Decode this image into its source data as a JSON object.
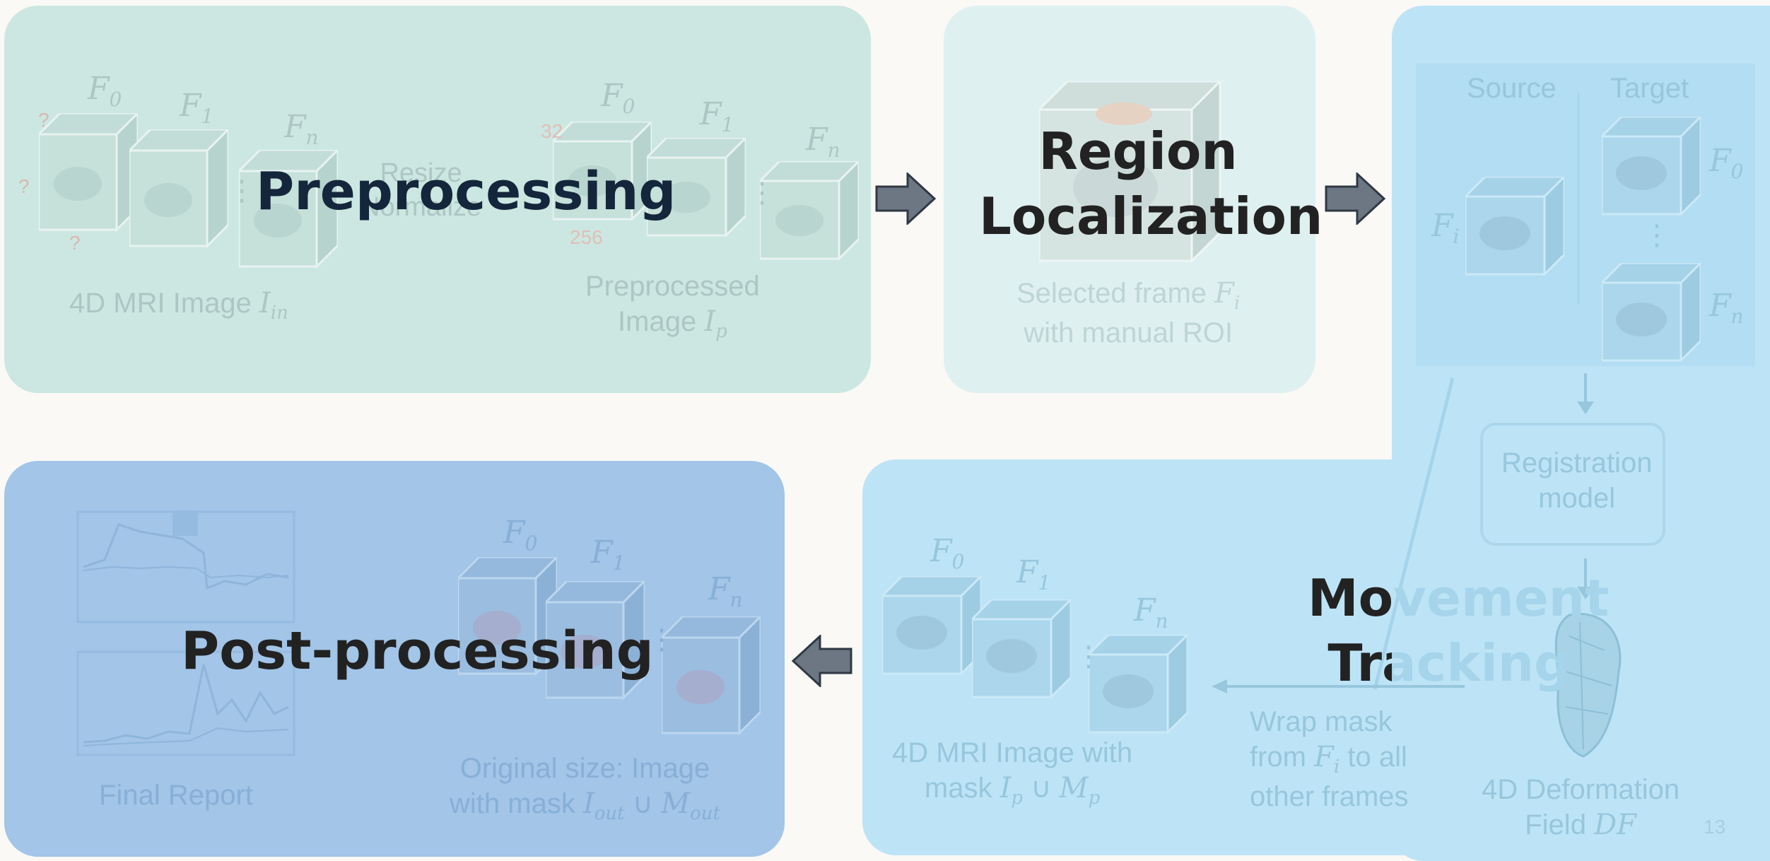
{
  "stages": {
    "preprocessing": {
      "title": "Preprocessing",
      "input_caption": "4D MRI Image",
      "input_symbol": "I",
      "input_sub": "in",
      "op_line1": "Resize",
      "op_line2": "Normalize",
      "output_caption_line1": "Preprocessed",
      "output_caption_line2": "Image",
      "output_symbol": "I",
      "output_sub": "p",
      "dim_unknown": "?",
      "dim_a": "32",
      "dim_b": "256"
    },
    "region_localization": {
      "title_line1": "Region",
      "title_line2": "Localization",
      "caption_line1": "Selected frame",
      "caption_symbol": "F",
      "caption_sub": "i",
      "caption_line2": "with manual ROI"
    },
    "movement_tracking": {
      "title_line1": "Movement",
      "title_line2": "Tracking",
      "source_label": "Source",
      "target_label": "Target",
      "source_frame": "F",
      "source_frame_sub": "i",
      "model_line1": "Registration",
      "model_line2": "model",
      "df_caption_line1": "4D Deformation",
      "df_caption_line2": "Field",
      "df_symbol": "DF",
      "mask_caption_line1": "4D MRI Image with",
      "mask_caption_line2": "mask",
      "mask_symbol": "I",
      "mask_sub": "p",
      "mask_union": "∪",
      "mask_symbol2": "M",
      "mask_sub2": "p",
      "wrap_line1": "Wrap mask",
      "wrap_line2": "from",
      "wrap_frame": "F",
      "wrap_frame_sub": "i",
      "wrap_line2_tail": "to all",
      "wrap_line3": "other frames"
    },
    "post_processing": {
      "title": "Post-processing",
      "report_caption": "Final Report",
      "output_caption_line1": "Original size: Image",
      "output_caption_line2": "with mask",
      "output_symbol": "I",
      "output_sub": "out",
      "output_union": "∪",
      "output_symbol2": "M",
      "output_sub2": "out"
    }
  },
  "frames": {
    "first": "0",
    "second": "1",
    "last": "n",
    "letter": "F",
    "dots": "⋮"
  },
  "page_number": "13",
  "colors": {
    "preprocessing_bg": "#cce7e1",
    "localization_bg": "#dff0f0",
    "tracking_bg": "#bde4f6",
    "postprocessing_bg": "#a2c5e8",
    "arrow_fill": "#6c7783",
    "title_dark": "#14263b",
    "title_black": "#222222"
  }
}
